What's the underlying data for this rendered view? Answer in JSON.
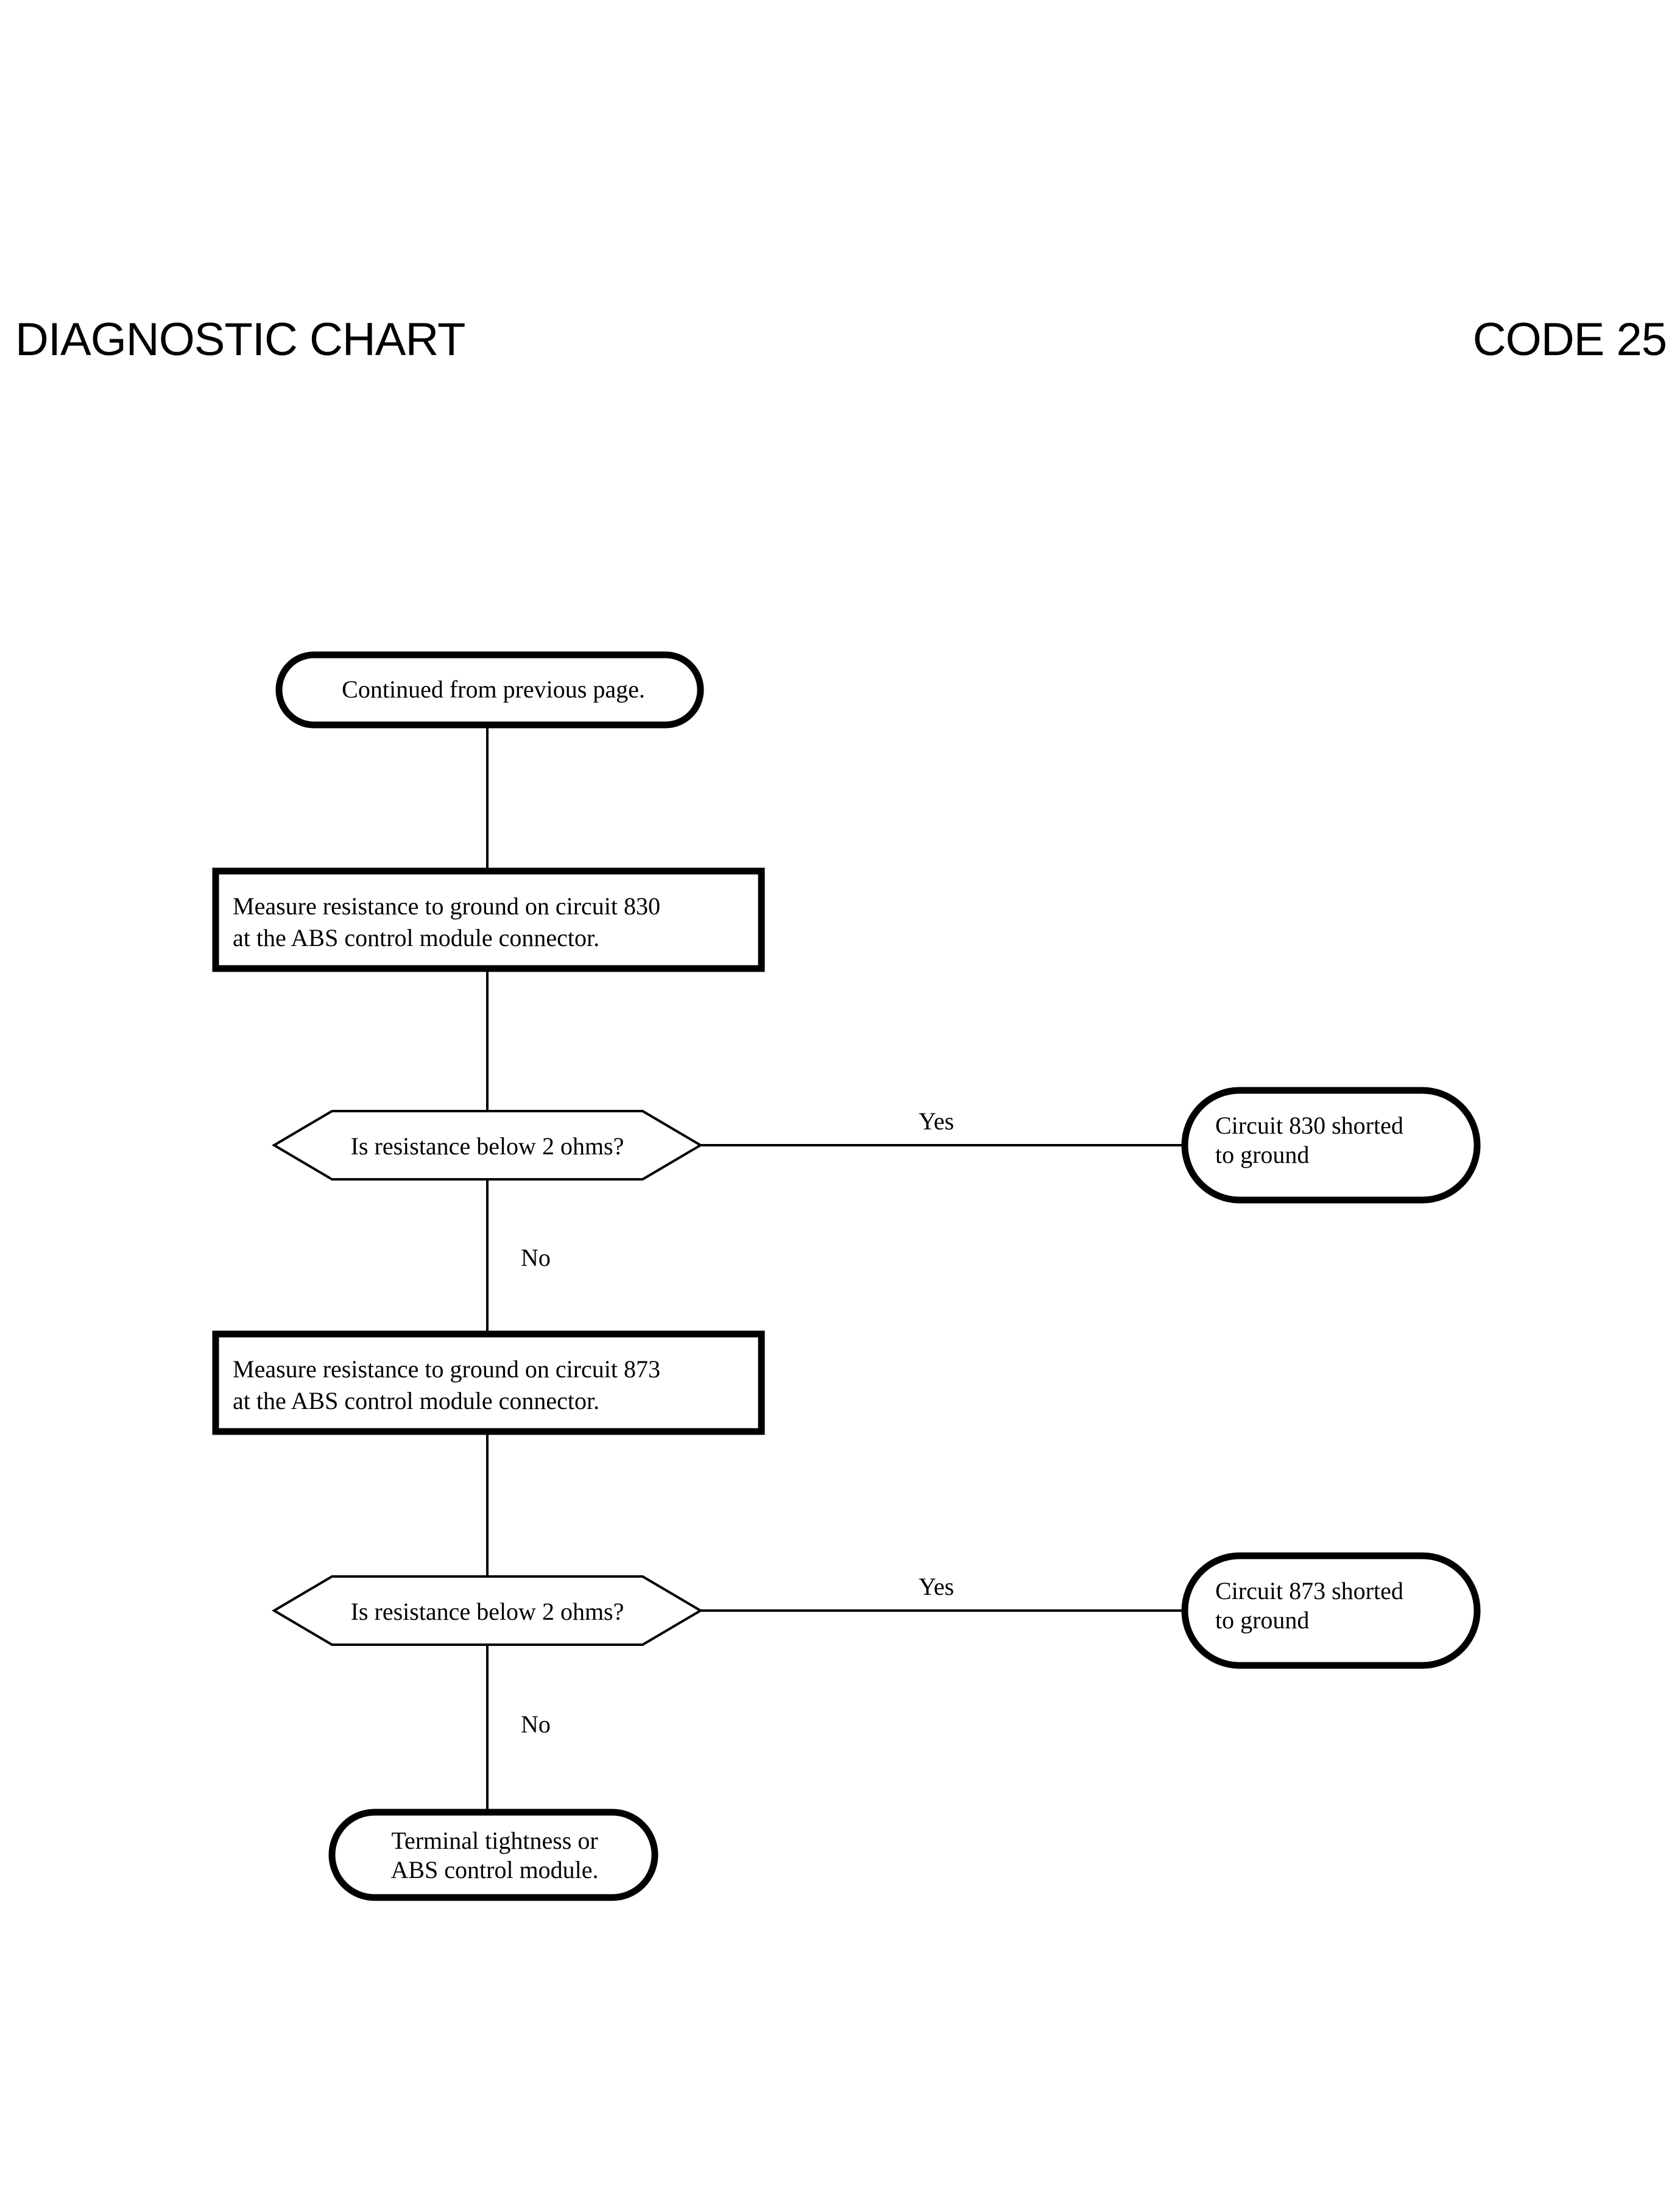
{
  "header": {
    "title": "DIAGNOSTIC CHART",
    "code": "CODE 25"
  },
  "colors": {
    "ink": "#000000",
    "paper": "#ffffff"
  },
  "chart_data": {
    "type": "diagram",
    "diagram_kind": "flowchart",
    "title": "DIAGNOSTIC CHART",
    "subtitle": "CODE 25",
    "orientation": "top-to-bottom",
    "nodes": [
      {
        "id": "start",
        "shape": "terminator",
        "text": "Continued from previous page."
      },
      {
        "id": "proc830",
        "shape": "process",
        "text": "Measure resistance to ground on circuit 830\nat the ABS control module connector."
      },
      {
        "id": "dec830",
        "shape": "decision",
        "text": "Is resistance below 2 ohms?"
      },
      {
        "id": "short830",
        "shape": "terminator",
        "text": "Circuit 830 shorted\nto ground"
      },
      {
        "id": "proc873",
        "shape": "process",
        "text": "Measure resistance to ground on circuit 873\nat the ABS control module connector."
      },
      {
        "id": "dec873",
        "shape": "decision",
        "text": "Is resistance below 2 ohms?"
      },
      {
        "id": "short873",
        "shape": "terminator",
        "text": "Circuit 873 shorted\nto ground"
      },
      {
        "id": "end",
        "shape": "terminator",
        "text": "Terminal tightness or\nABS control module."
      }
    ],
    "edges": [
      {
        "from": "start",
        "to": "proc830",
        "label": ""
      },
      {
        "from": "proc830",
        "to": "dec830",
        "label": ""
      },
      {
        "from": "dec830",
        "to": "short830",
        "label": "Yes"
      },
      {
        "from": "dec830",
        "to": "proc873",
        "label": "No"
      },
      {
        "from": "proc873",
        "to": "dec873",
        "label": ""
      },
      {
        "from": "dec873",
        "to": "short873",
        "label": "Yes"
      },
      {
        "from": "dec873",
        "to": "end",
        "label": "No"
      }
    ]
  },
  "nodes": {
    "start": {
      "text": "Continued from previous page."
    },
    "proc830": {
      "text": "Measure resistance to ground on circuit 830\nat the ABS control module connector."
    },
    "dec830": {
      "text": "Is resistance below 2 ohms?"
    },
    "short830": {
      "text": "Circuit 830 shorted\nto ground"
    },
    "proc873": {
      "text": "Measure resistance to ground on circuit 873\nat the ABS control module connector."
    },
    "dec873": {
      "text": "Is resistance below 2 ohms?"
    },
    "short873": {
      "text": "Circuit 873 shorted\nto ground"
    },
    "end": {
      "text": "Terminal tightness or\nABS control module."
    }
  },
  "edge_labels": {
    "yes1": "Yes",
    "no1": "No",
    "yes2": "Yes",
    "no2": "No"
  }
}
